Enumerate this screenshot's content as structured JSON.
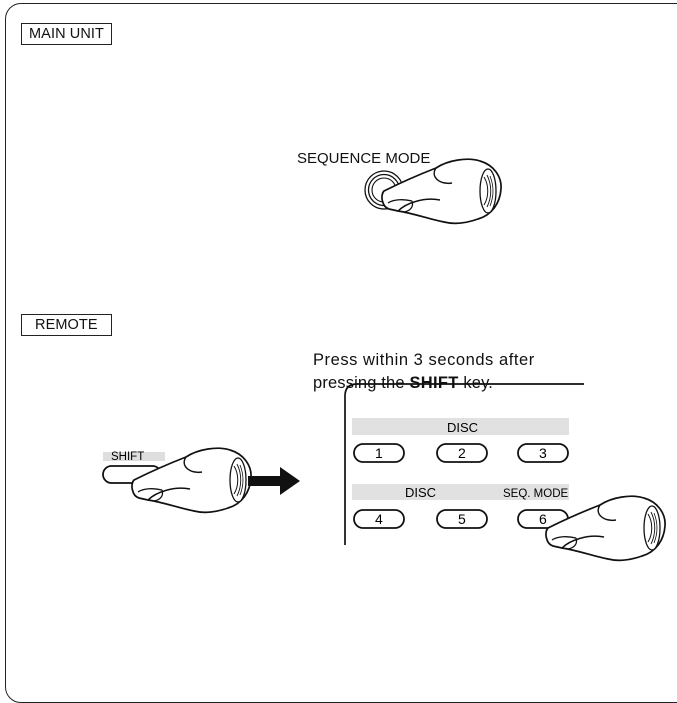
{
  "main_unit": {
    "label": "MAIN UNIT",
    "button_label": "SEQUENCE MODE"
  },
  "remote": {
    "label": "REMOTE",
    "instruction_line1": "Press within 3 seconds after",
    "instruction_line2_prefix": "pressing the ",
    "instruction_key": "SHIFT",
    "instruction_line2_suffix": " key.",
    "shift_label": "SHIFT",
    "disc_label_top": "DISC",
    "disc_label_bottom": "DISC",
    "seq_mode_label": "SEQ. MODE",
    "keys": [
      "1",
      "2",
      "3",
      "4",
      "5",
      "6"
    ]
  },
  "icons": [
    "pointing-hand-icon",
    "arrow-right-icon"
  ]
}
